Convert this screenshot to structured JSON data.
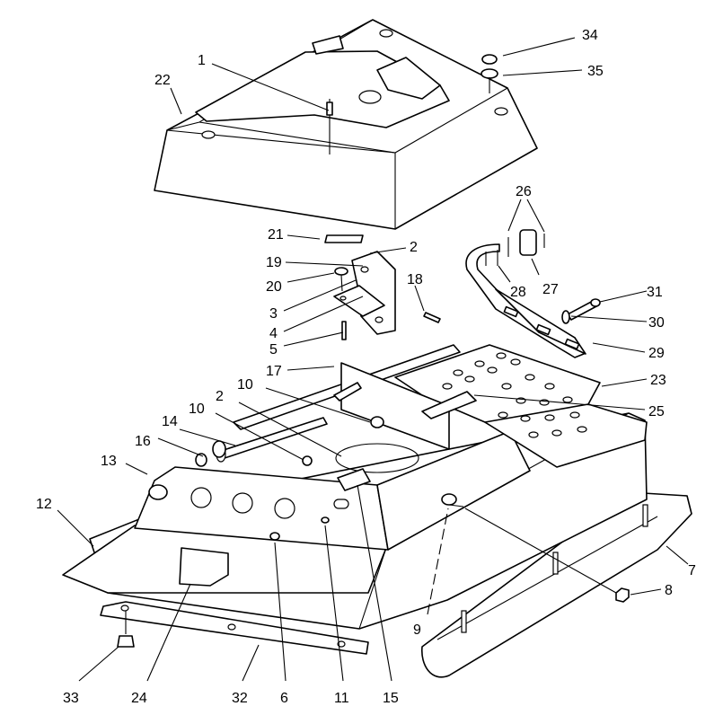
{
  "callouts": [
    {
      "id": "c1",
      "text": "1"
    },
    {
      "id": "c22",
      "text": "22"
    },
    {
      "id": "c34",
      "text": "34"
    },
    {
      "id": "c35",
      "text": "35"
    },
    {
      "id": "c26",
      "text": "26"
    },
    {
      "id": "c21",
      "text": "21"
    },
    {
      "id": "c2a",
      "text": "2"
    },
    {
      "id": "c19",
      "text": "19"
    },
    {
      "id": "c20",
      "text": "20"
    },
    {
      "id": "c18",
      "text": "18"
    },
    {
      "id": "c28",
      "text": "28"
    },
    {
      "id": "c27",
      "text": "27"
    },
    {
      "id": "c31",
      "text": "31"
    },
    {
      "id": "c3",
      "text": "3"
    },
    {
      "id": "c30",
      "text": "30"
    },
    {
      "id": "c4",
      "text": "4"
    },
    {
      "id": "c5",
      "text": "5"
    },
    {
      "id": "c29",
      "text": "29"
    },
    {
      "id": "c17",
      "text": "17"
    },
    {
      "id": "c23",
      "text": "23"
    },
    {
      "id": "c10a",
      "text": "10"
    },
    {
      "id": "c25",
      "text": "25"
    },
    {
      "id": "c2b",
      "text": "2"
    },
    {
      "id": "c10b",
      "text": "10"
    },
    {
      "id": "c14",
      "text": "14"
    },
    {
      "id": "c16",
      "text": "16"
    },
    {
      "id": "c13",
      "text": "13"
    },
    {
      "id": "c12",
      "text": "12"
    },
    {
      "id": "c7",
      "text": "7"
    },
    {
      "id": "c8",
      "text": "8"
    },
    {
      "id": "c9",
      "text": "9"
    },
    {
      "id": "c33",
      "text": "33"
    },
    {
      "id": "c24",
      "text": "24"
    },
    {
      "id": "c32",
      "text": "32"
    },
    {
      "id": "c6",
      "text": "6"
    },
    {
      "id": "c11",
      "text": "11"
    },
    {
      "id": "c15",
      "text": "15"
    }
  ]
}
